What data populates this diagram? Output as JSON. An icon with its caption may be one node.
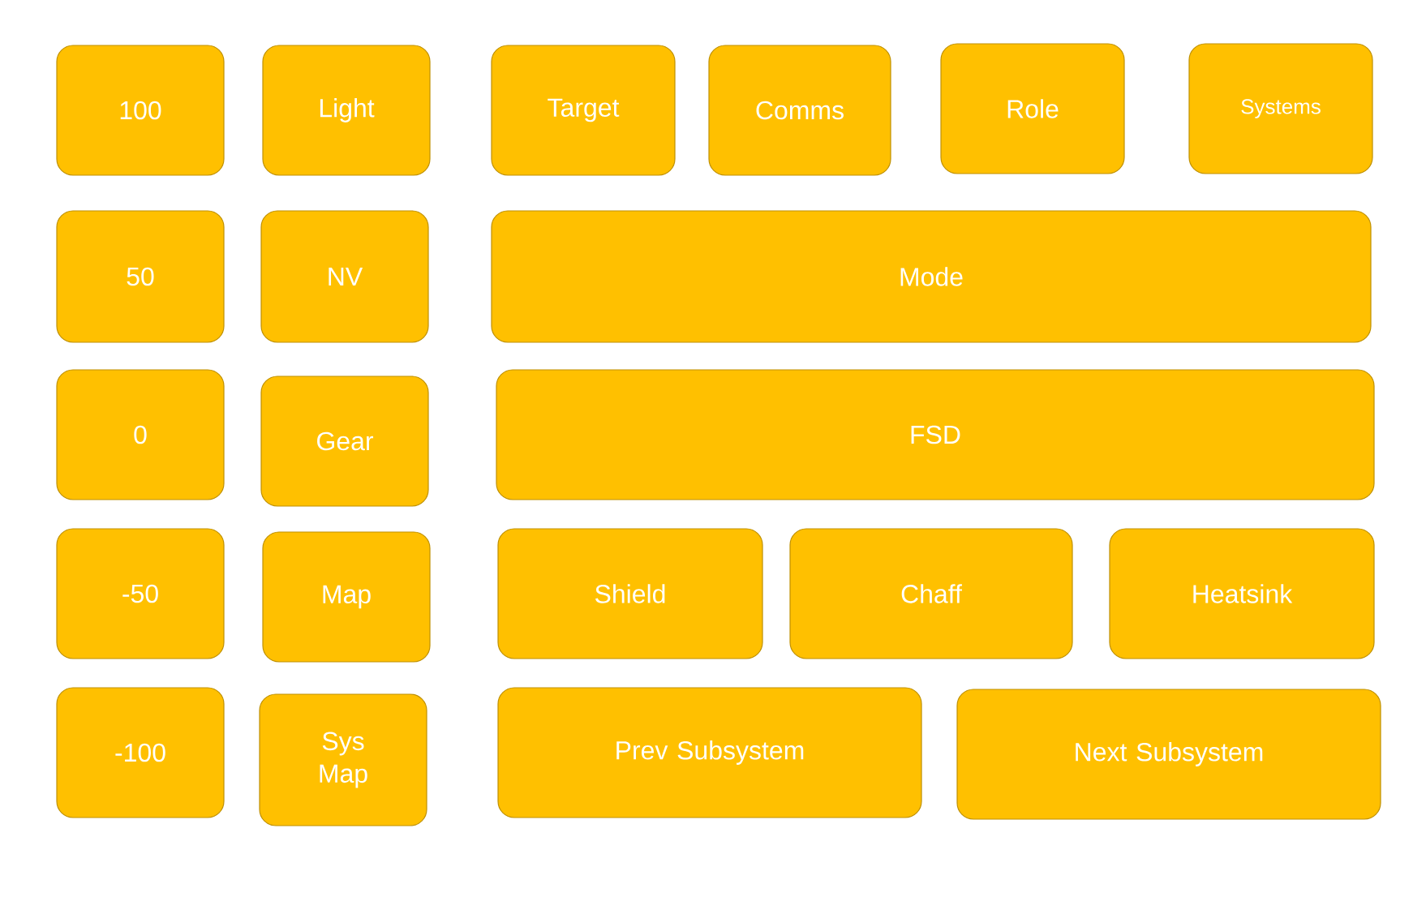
{
  "diagram": {
    "nodes": [
      {
        "text": [
          "100"
        ]
      },
      {
        "text": [
          "Light"
        ]
      },
      {
        "text": [
          "Target"
        ]
      },
      {
        "text": [
          "Comms"
        ]
      },
      {
        "text": [
          "Role"
        ]
      },
      {
        "text": [
          "Systems"
        ]
      },
      {
        "text": [
          "50"
        ]
      },
      {
        "text": [
          "NV"
        ]
      },
      {
        "text": [
          "Mode"
        ]
      },
      {
        "text": [
          "0"
        ]
      },
      {
        "text": [
          "Gear"
        ]
      },
      {
        "text": [
          "FSD"
        ]
      },
      {
        "text": [
          "-50"
        ]
      },
      {
        "text": [
          "Map"
        ]
      },
      {
        "text": [
          "Shield"
        ]
      },
      {
        "text": [
          "Chaff"
        ]
      },
      {
        "text": [
          "Heatsink"
        ]
      },
      {
        "text": [
          "-100"
        ]
      },
      {
        "text": [
          "Sys Map"
        ]
      },
      {
        "text": [
          "Prev Subsystem"
        ]
      },
      {
        "text": [
          "Next Subsystem"
        ]
      }
    ]
  }
}
